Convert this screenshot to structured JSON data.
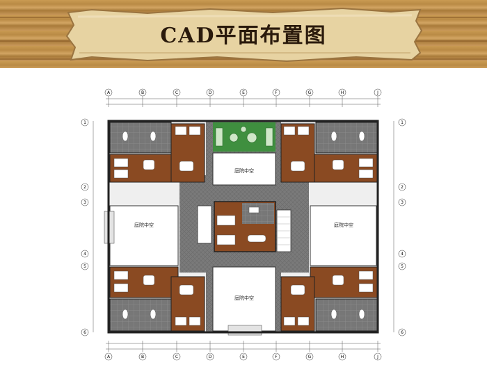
{
  "header": {
    "title": "CAD平面布置图"
  },
  "plan": {
    "column_axes": [
      "A",
      "B",
      "C",
      "D",
      "E",
      "F",
      "G",
      "H",
      "J"
    ],
    "row_axes": [
      "1",
      "2",
      "3",
      "4",
      "5",
      "6"
    ],
    "courtyard_label": "庭院中空",
    "colors": {
      "wall": "#2b2b2b",
      "floor_wood": "#8a4a22",
      "floor_grey": "#6f6f6f",
      "corridor": "#7b7b7b",
      "garden": "#3f8f3f",
      "bed": "#ffffff"
    }
  }
}
